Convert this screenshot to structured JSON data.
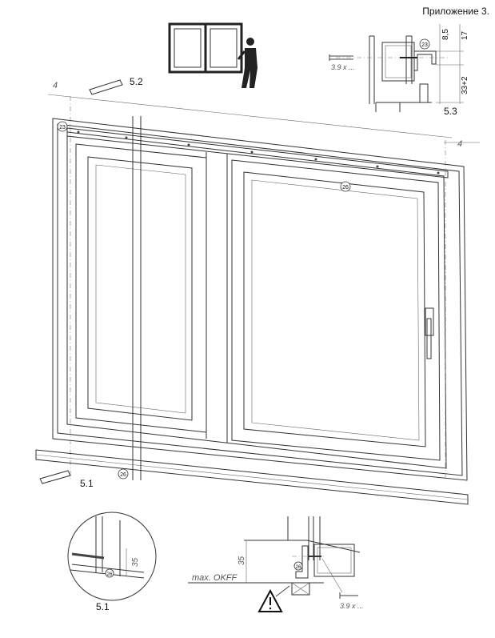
{
  "header": {
    "title": "Приложение 3."
  },
  "detail_top": {
    "label": "5.3",
    "dim_a": "8,5",
    "dim_b": "17",
    "dim_c": "33+2",
    "part_number": "23",
    "screw_label": "3.9 x ..."
  },
  "main_view": {
    "cap_label": "5.2",
    "offset_left": "4",
    "offset_right": "4",
    "corner_part_number": "23",
    "top_part_number": "26",
    "bottom_label": "5.1",
    "bottom_part_number": "26"
  },
  "detail_circle": {
    "label": "5.1",
    "dim": "35",
    "part_number": "26"
  },
  "detail_bottom": {
    "dim": "35",
    "level_label": "max. OKFF",
    "part_number": "26",
    "screw_label": "3.9 x ...",
    "warning_icon": "warning-triangle-icon"
  }
}
